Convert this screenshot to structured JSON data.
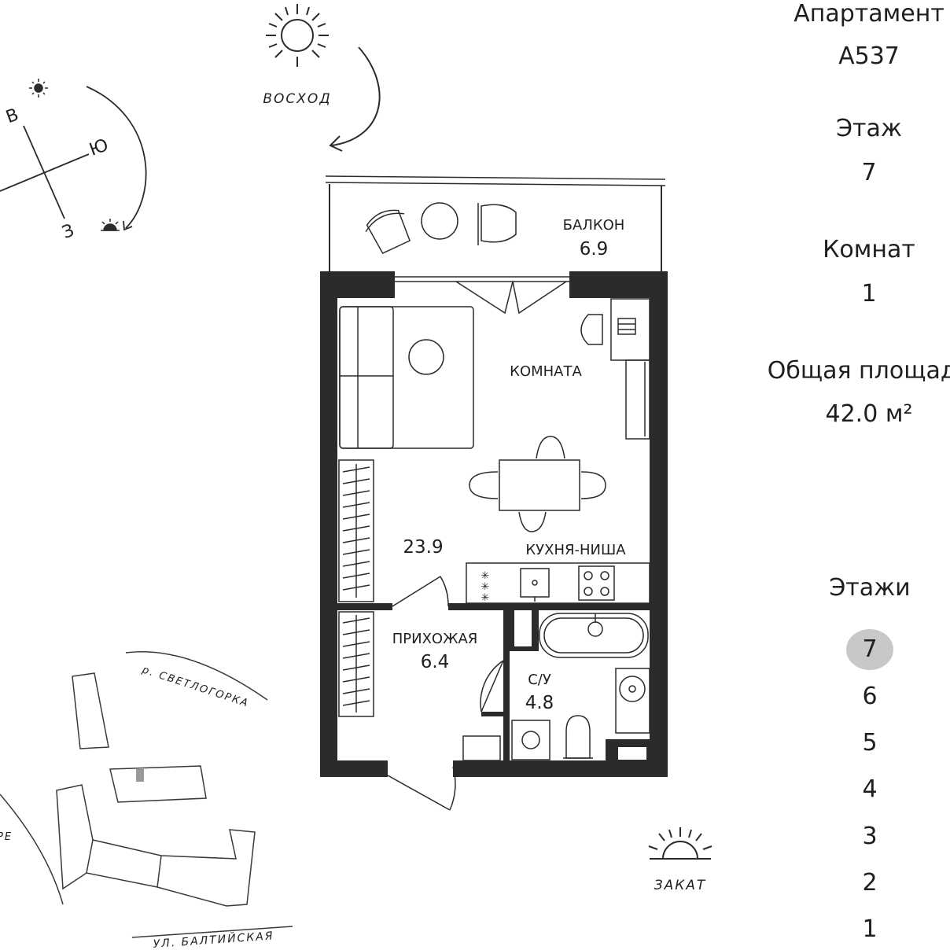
{
  "apartment": {
    "label": "Апартамент",
    "number": "А537",
    "floor_label": "Этаж",
    "floor_value": "7",
    "rooms_label": "Комнат",
    "rooms_value": "1",
    "area_label": "Общая площадь",
    "area_value": "42.0 м²"
  },
  "floors": {
    "title": "Этажи",
    "items": [
      "7",
      "6",
      "5",
      "4",
      "3",
      "2",
      "1"
    ],
    "active": "7"
  },
  "compass": {
    "sunrise": "ВОСХОД",
    "sunset": "ЗАКАТ",
    "north_letter": "В",
    "east_letter": "Ю",
    "west_letter": "З"
  },
  "plan": {
    "balcony_label": "БАЛКОН",
    "balcony_area": "6.9",
    "room_label": "КОМНАТА",
    "room_area": "23.9",
    "kitchen_label": "КУХНЯ-НИША",
    "hall_label": "ПРИХОЖАЯ",
    "hall_area": "6.4",
    "bath_label": "С/У",
    "bath_area": "4.8"
  },
  "map": {
    "river": "р. СВЕТЛОГОРКА",
    "street": "УЛ. БАЛТИЙСКАЯ",
    "partial_edge": "РЕ"
  },
  "colors": {
    "wall": "#2b2b2b",
    "line": "#3a3a3a",
    "active_floor": "#c8c8c8"
  }
}
